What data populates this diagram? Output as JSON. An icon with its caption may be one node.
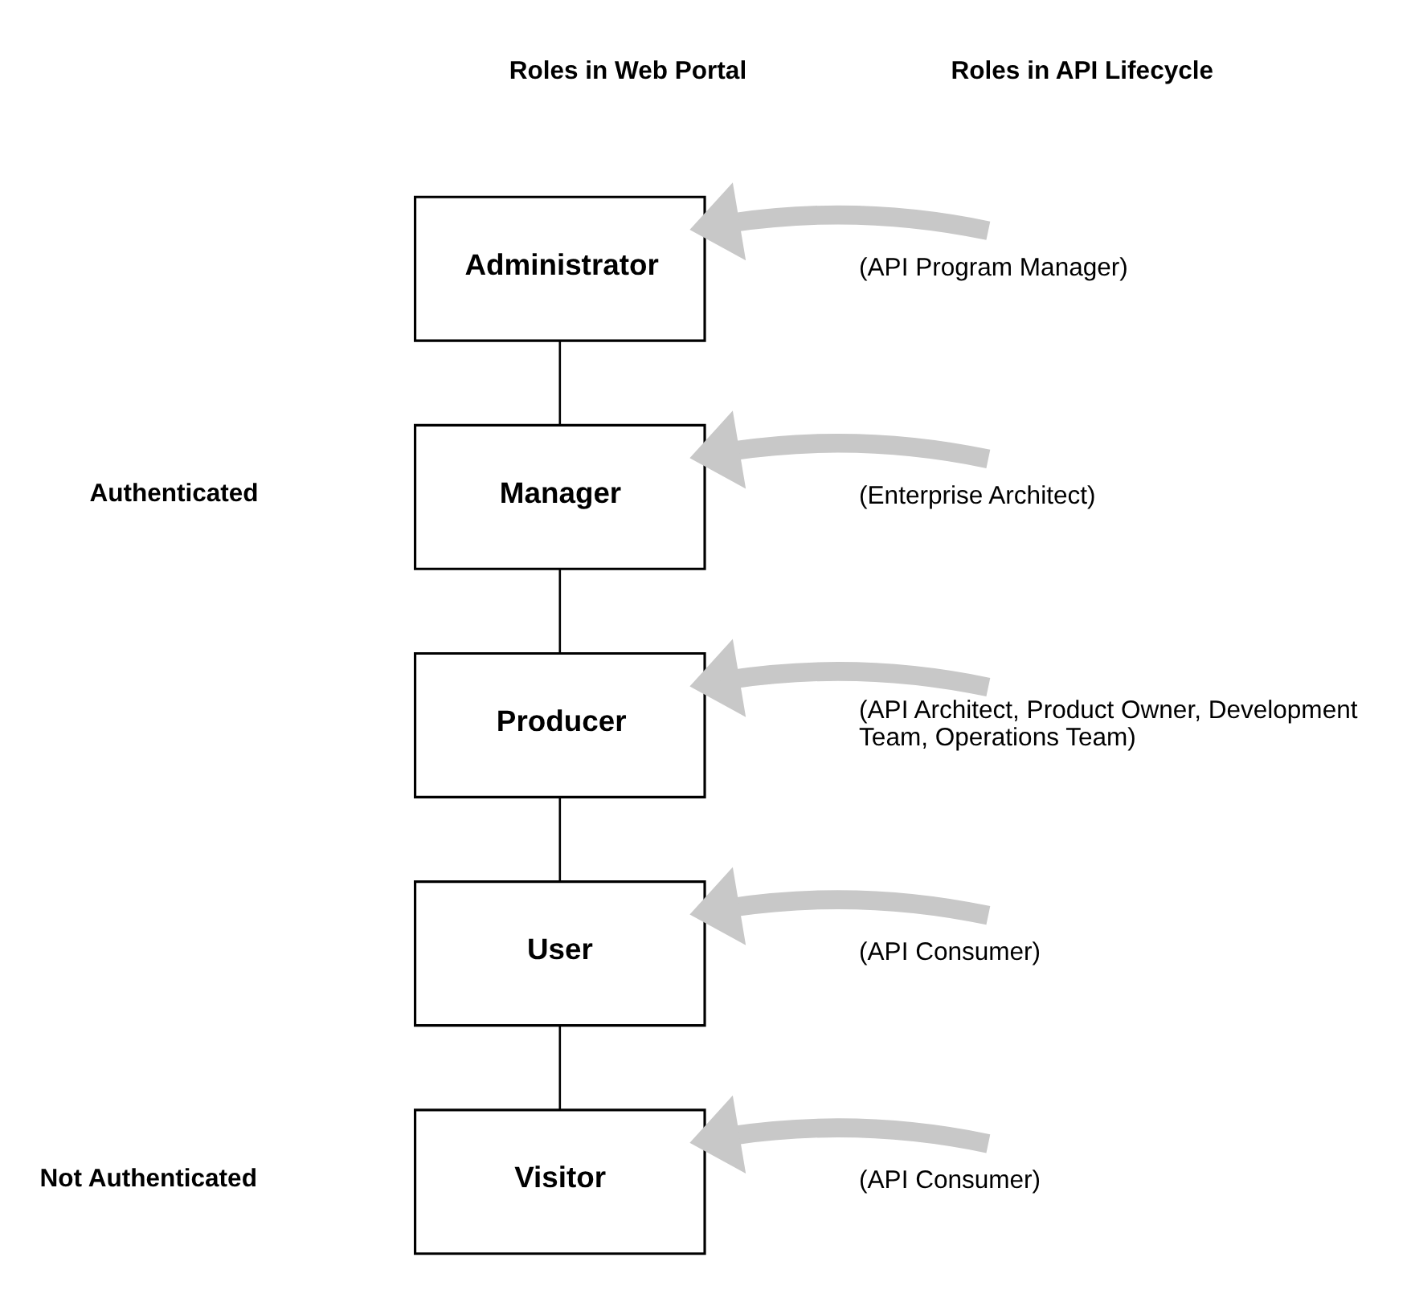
{
  "diagram": {
    "nodes": [
      {
        "text": [
          "Administrator"
        ]
      },
      {
        "text": [
          "Manager"
        ]
      },
      {
        "text": [
          "Producer"
        ]
      },
      {
        "text": [
          "User"
        ]
      },
      {
        "text": [
          "Visitor"
        ]
      },
      {
        "text": [
          "(API Program Manager)"
        ]
      },
      {
        "text": [
          "(Enterprise Architect)"
        ]
      },
      {
        "text": [
          "(API Architect, Product Owner, Development Team, Operations Team)"
        ]
      },
      {
        "text": [
          "(API Consumer)"
        ]
      },
      {
        "text": [
          "(API Consumer)"
        ]
      }
    ],
    "edges": [
      {
        "from": 0,
        "to": 1,
        "arrow": "none",
        "color": "#000000"
      },
      {
        "from": 1,
        "to": 2,
        "arrow": "none",
        "color": "#000000"
      },
      {
        "from": 2,
        "to": 3,
        "arrow": "none",
        "color": "#000000"
      },
      {
        "from": 3,
        "to": 4,
        "arrow": "none",
        "color": "#000000"
      },
      {
        "from": 5,
        "to": 0,
        "arrow": "to"
      },
      {
        "from": 6,
        "to": 1,
        "arrow": "to"
      },
      {
        "from": 7,
        "to": 2,
        "arrow": "to"
      },
      {
        "from": 8,
        "to": 3,
        "arrow": "to"
      },
      {
        "from": 9,
        "to": 4,
        "arrow": "to"
      }
    ],
    "labels": [
      "Roles in Web Portal",
      "Roles in API Lifecycle",
      "Authenticated",
      "Not Authenticated"
    ]
  }
}
